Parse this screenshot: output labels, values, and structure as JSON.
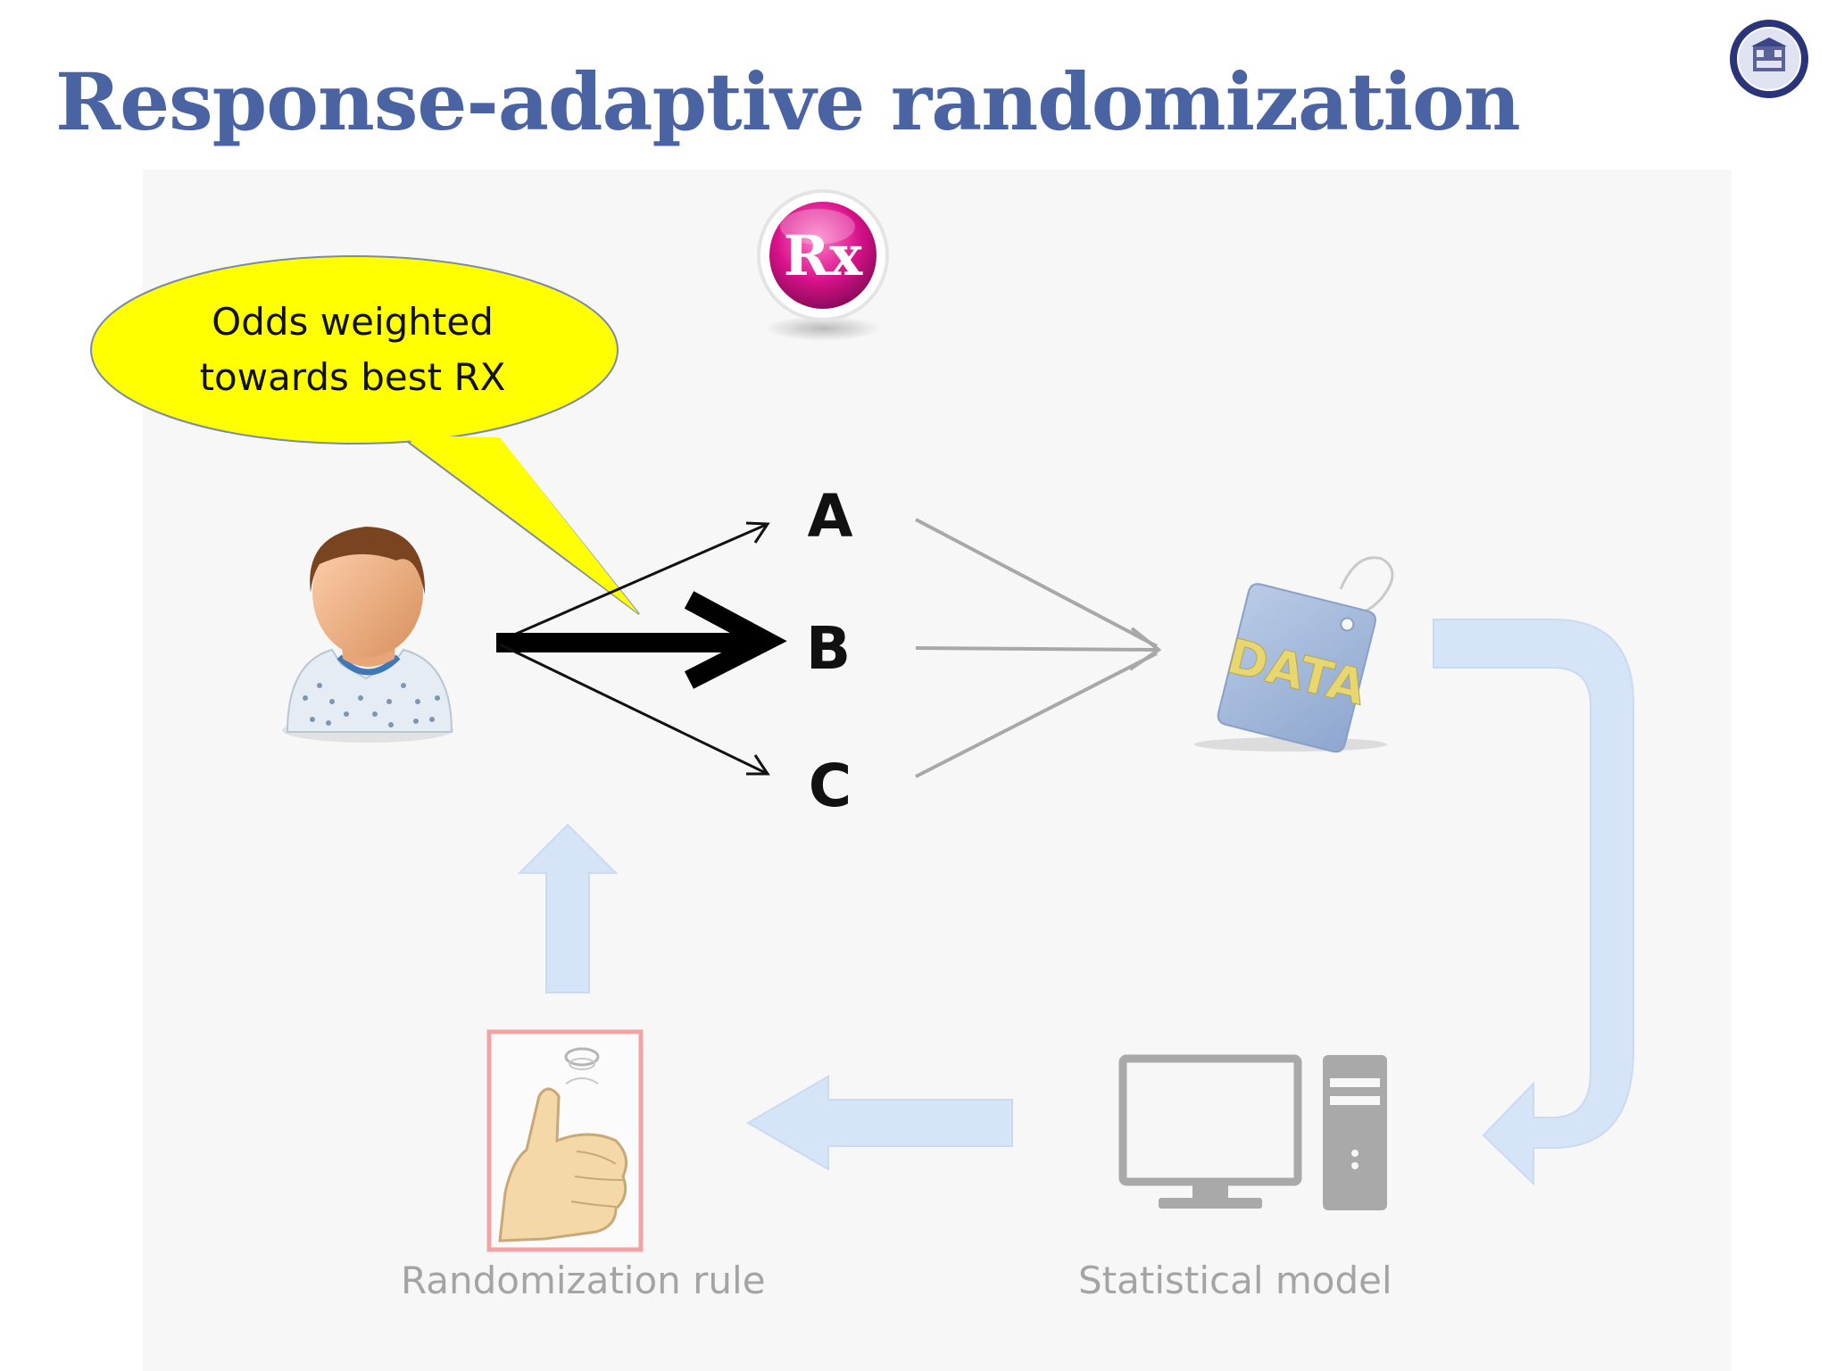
{
  "slide": {
    "title": "Response-adaptive randomization"
  },
  "callout": {
    "line1": "Odds weighted",
    "line2": "towards best RX"
  },
  "rx_icon": {
    "icon": "rx-icon",
    "text": "Rx"
  },
  "treatments": [
    {
      "label": "A"
    },
    {
      "label": "B"
    },
    {
      "label": "C"
    }
  ],
  "data_tag": {
    "icon": "data-tag-icon",
    "text": "DATA"
  },
  "captions": {
    "randomization_rule": "Randomization rule",
    "statistical_model": "Statistical model"
  },
  "colors": {
    "title": "#4a63a3",
    "callout_fill": "#ffff00",
    "flow_arrow": "#d6e4f7",
    "caption": "#a4a4a4",
    "frame": "#f2a4a4"
  }
}
